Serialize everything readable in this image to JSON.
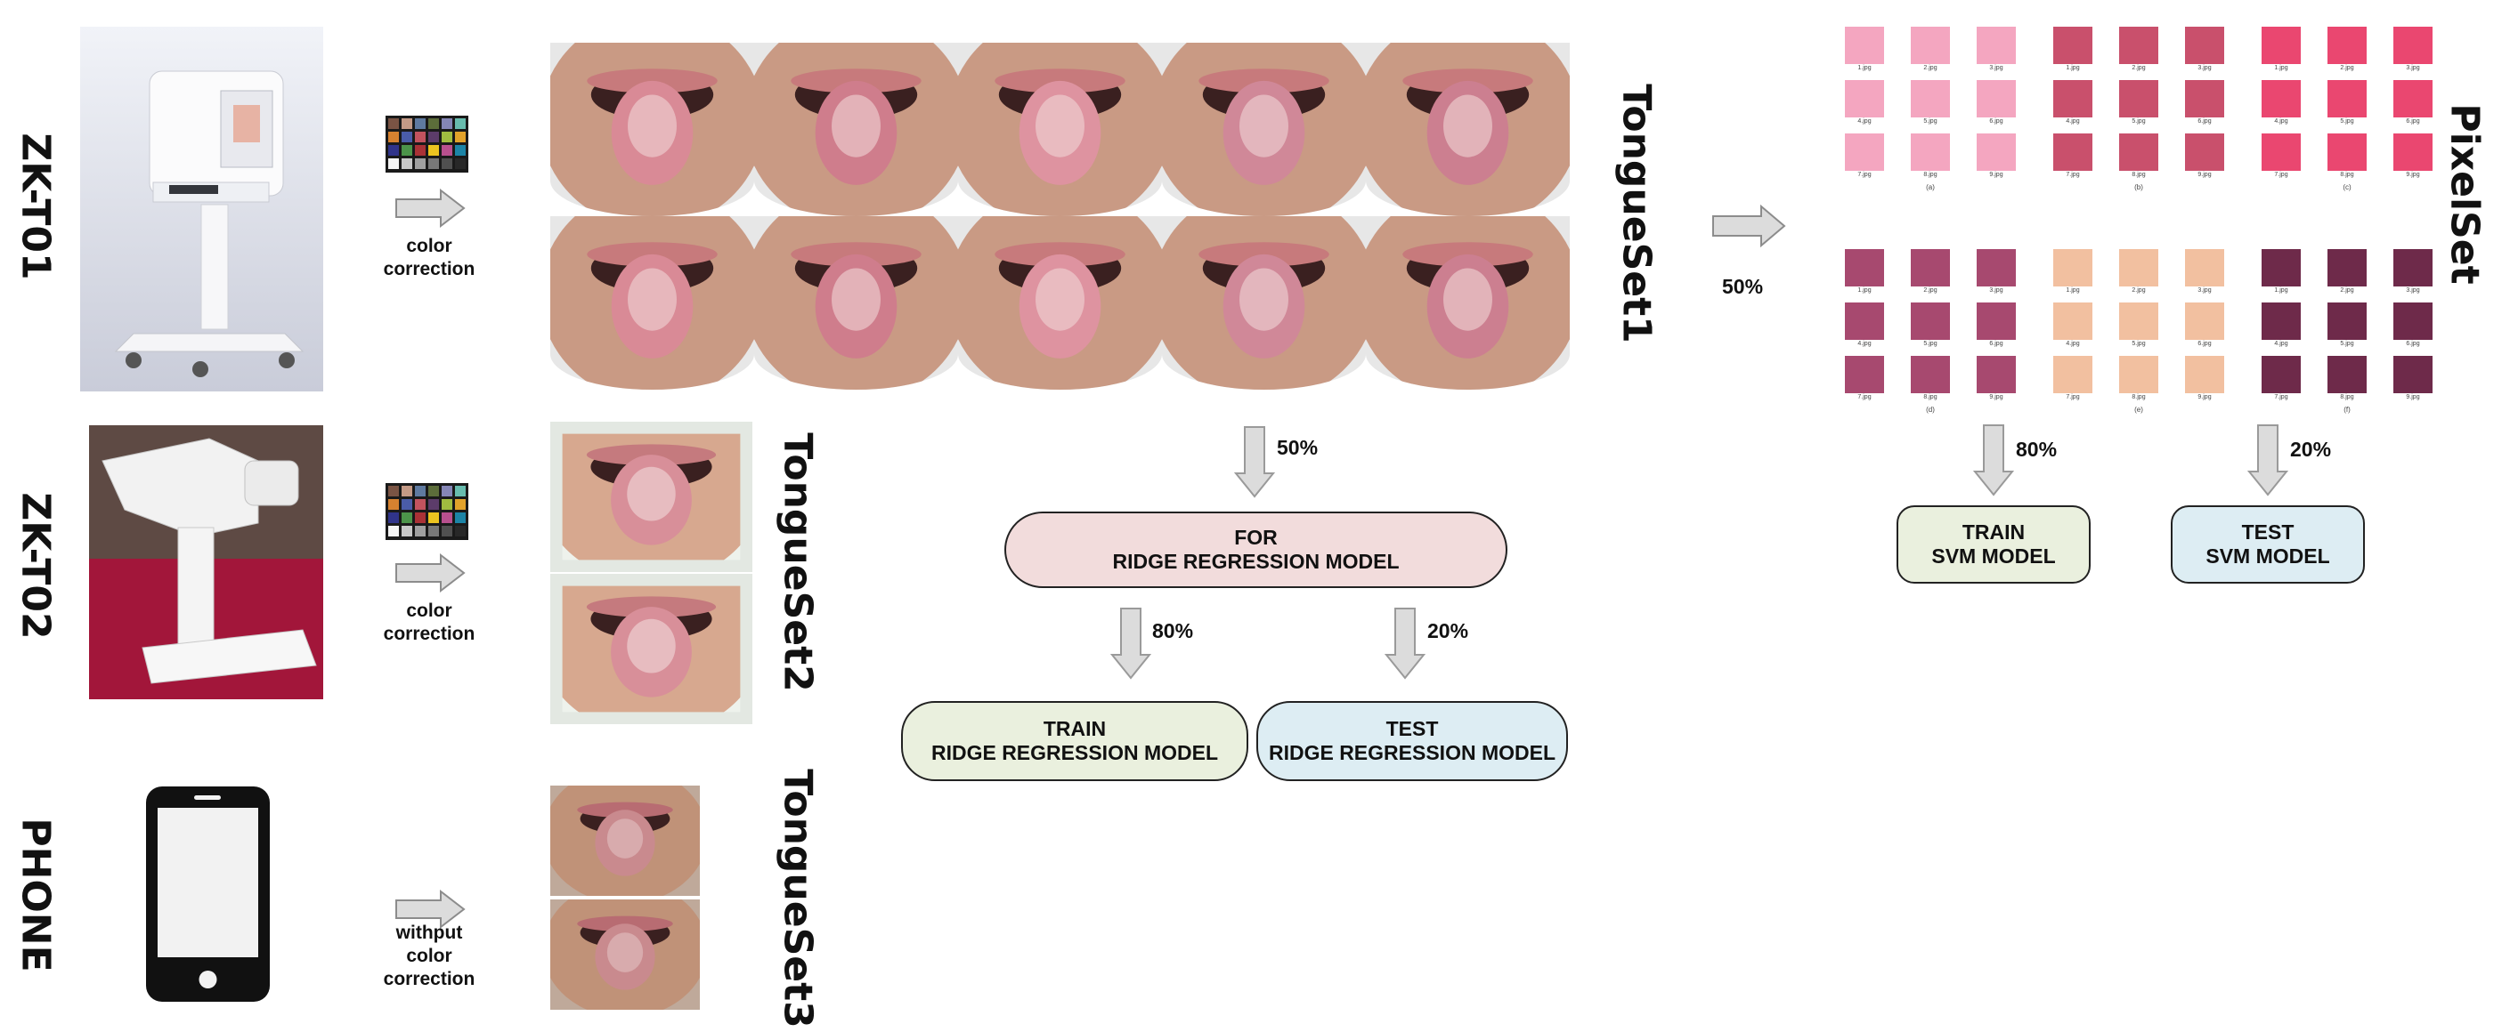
{
  "devices": [
    {
      "name": "ZK-T01",
      "correction_label": "color\ncorrection"
    },
    {
      "name": "ZK-T02",
      "correction_label": "color\ncorrection"
    },
    {
      "name": "PHONE",
      "correction_label": "withput\ncolor\ncorrection"
    }
  ],
  "datasets": {
    "set1": "TongueSet1",
    "set2": "TongueSet2",
    "set3": "TongueSet3",
    "pixel": "PixelSet"
  },
  "flow": {
    "to_pixel_pct": "50%",
    "down_pct": "50%",
    "ridge_box": "FOR\nRIDGE REGRESSION MODEL",
    "ridge_train_pct": "80%",
    "ridge_test_pct": "20%",
    "ridge_train_box": "TRAIN\nRIDGE REGRESSION MODEL",
    "ridge_test_box": "TEST\nRIDGE REGRESSION MODEL",
    "svm_train_pct": "80%",
    "svm_test_pct": "20%",
    "svm_train_box": "TRAIN\nSVM MODEL",
    "svm_test_box": "TEST\nSVM MODEL"
  },
  "pixel_groups": [
    {
      "label": "(a)",
      "color": "#f4a6c0",
      "files": [
        "1.jpg",
        "2.jpg",
        "3.jpg",
        "4.jpg",
        "5.jpg",
        "6.jpg",
        "7.jpg",
        "8.jpg",
        "9.jpg"
      ]
    },
    {
      "label": "(b)",
      "color": "#c9506c",
      "files": [
        "1.jpg",
        "2.jpg",
        "3.jpg",
        "4.jpg",
        "5.jpg",
        "6.jpg",
        "7.jpg",
        "8.jpg",
        "9.jpg"
      ]
    },
    {
      "label": "(c)",
      "color": "#ea4770",
      "files": [
        "1.jpg",
        "2.jpg",
        "3.jpg",
        "4.jpg",
        "5.jpg",
        "6.jpg",
        "7.jpg",
        "8.jpg",
        "9.jpg"
      ]
    },
    {
      "label": "(d)",
      "color": "#a7496f",
      "files": [
        "1.jpg",
        "2.jpg",
        "3.jpg",
        "4.jpg",
        "5.jpg",
        "6.jpg",
        "7.jpg",
        "8.jpg",
        "9.jpg"
      ]
    },
    {
      "label": "(e)",
      "color": "#f2c0a0",
      "files": [
        "1.jpg",
        "2.jpg",
        "3.jpg",
        "4.jpg",
        "5.jpg",
        "6.jpg",
        "7.jpg",
        "8.jpg",
        "9.jpg"
      ]
    },
    {
      "label": "(f)",
      "color": "#6e2a4a",
      "files": [
        "1.jpg",
        "2.jpg",
        "3.jpg",
        "4.jpg",
        "5.jpg",
        "6.jpg",
        "7.jpg",
        "8.jpg",
        "9.jpg"
      ]
    }
  ],
  "colors": {
    "ridge_box_fill": "#f2dcdc",
    "train_box_fill": "#eaf0de",
    "test_box_fill": "#ddedf3",
    "arrow_fill": "#dcdcdc",
    "arrow_stroke": "#9a9a9a"
  },
  "icons": {
    "checker": "color-checker-icon",
    "arrow": "right-arrow-icon",
    "phone": "smartphone-icon"
  }
}
